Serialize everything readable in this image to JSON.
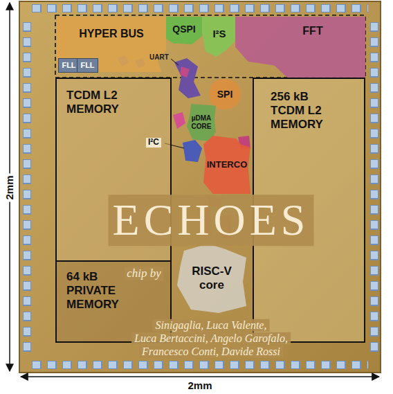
{
  "diagram": {
    "nodes": [
      {
        "text": [
          "HYPER BUS"
        ]
      },
      {
        "text": [
          "FLL"
        ],
        "in": 0
      },
      {
        "text": [
          "FLL"
        ],
        "in": 0
      },
      {
        "text": [
          "QSPI"
        ]
      },
      {
        "text": [
          "I²S"
        ]
      },
      {
        "text": [
          "FFT"
        ]
      },
      {
        "text": [
          "SPI"
        ]
      },
      {
        "text": [
          "µDMA CORE"
        ]
      },
      {
        "text": [
          "TCDM L2 MEMORY"
        ]
      },
      {
        "text": [
          "64 kB PRIVATE MEMORY"
        ]
      },
      {
        "text": [
          "256 kB TCDM L2 MEMORY"
        ]
      },
      {
        "text": [
          "INTERCO"
        ]
      },
      {
        "text": [
          "RISC-V core"
        ]
      }
    ],
    "labels": [
      "UART",
      "I²C",
      "ECHOES",
      "chip by",
      "Sinigaglia, Luca Valente,",
      "Luca Bertaccini, Angelo Garofalo,",
      "Francesco Conti, Davide Rossi",
      "2mm",
      "2mm"
    ]
  }
}
